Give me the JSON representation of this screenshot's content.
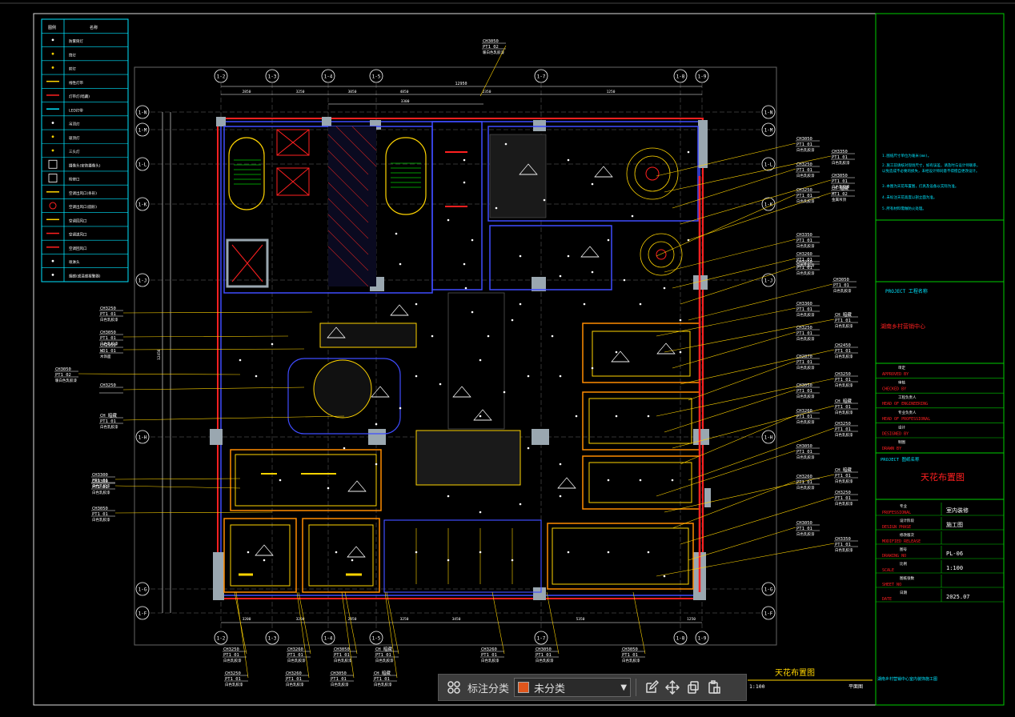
{
  "legend": {
    "header": [
      "图例",
      "名称"
    ],
    "items": [
      "防雾筒灯",
      "筒灯",
      "射灯",
      "线性灯带",
      "灯带灯(暗藏)",
      "LED灯带",
      "吊顶灯",
      "吸顶灯",
      "三头灯",
      "摄像头(安防摄像头)",
      "检修口",
      "空调出风口(条形)",
      "空调出风口(圆形)",
      "空调回风口",
      "空调送风口",
      "空调回风口",
      "喷淋头",
      "烟感(或温感报警器)"
    ]
  },
  "grid": {
    "top": [
      "1-2",
      "1-3",
      "1-4",
      "1-5",
      "1-7",
      "1-8",
      "1-9"
    ],
    "bottom": [
      "1-2",
      "1-3",
      "1-4",
      "1-5",
      "1-7",
      "1-8",
      "1-9"
    ],
    "left": [
      "1-N",
      "1-M",
      "1-L",
      "1-K",
      "1-J",
      "1-H",
      "1-G",
      "1-F"
    ],
    "right": [
      "1-N",
      "1-M",
      "1-L",
      "1-K",
      "1-J",
      "1-H",
      "1-G",
      "1-F"
    ]
  },
  "dims": {
    "top_upper": "12950",
    "top_parts": [
      "2850",
      "3250",
      "3050",
      "4850",
      "2350",
      "1250"
    ],
    "top_mid": "3300",
    "bottom": [
      "3200",
      "3200",
      "2850",
      "3250",
      "3450",
      "5350",
      "1250"
    ],
    "left_total": "12450"
  },
  "callouts": {
    "top": [
      "CH3050",
      "PT1 02",
      "暖白色乳胶漆"
    ],
    "left": [
      [
        "CH3250",
        "PT1 01",
        "白色乳胶漆"
      ],
      [
        "CH3050",
        "PT1 01",
        "白色乳胶漆"
      ],
      [
        "CH2950",
        "WD1 01",
        "木饰面"
      ],
      [
        "CH3050",
        "PT1 02",
        "暖白色乳胶漆"
      ],
      [
        "CH3250",
        "",
        ""
      ],
      [
        "CH 暗藏",
        "PT1 01",
        "白色乳胶漆"
      ],
      [
        "CH3300",
        "PT1 01",
        "白色乳胶漆"
      ],
      [
        "CH3300",
        "PT1 01",
        "白色乳胶漆"
      ],
      [
        "CH3050",
        "PT1 01",
        "白色乳胶漆"
      ]
    ],
    "right": [
      [
        "CH3050",
        "PT1 01",
        "白色乳胶漆"
      ],
      [
        "CH3350",
        "PT1 01",
        "白色乳胶漆"
      ],
      [
        "CH3250",
        "PT1 01",
        "白色乳胶漆"
      ],
      [
        "CH3050",
        "PT1 01",
        "白色乳胶漆"
      ],
      [
        "CH 暗藏",
        "MT1 02",
        "金属吊顶"
      ],
      [
        "CH3250",
        "PT1 01",
        "白色乳胶漆"
      ],
      [
        "CH3350",
        "PT1 01",
        "白色乳胶漆"
      ],
      [
        "CH3260",
        "PT1 01",
        "白色乳胶漆"
      ],
      [
        "CH3250",
        "PT1 01",
        "白色乳胶漆"
      ],
      [
        "CH3050",
        "PT1 01",
        "白色乳胶漆"
      ],
      [
        "CH3360",
        "PT1 01",
        "白色乳胶漆"
      ],
      [
        "CH 暗藏",
        "PT1 01",
        "白色乳胶漆"
      ],
      [
        "CH3250",
        "PT1 01",
        "白色乳胶漆"
      ],
      [
        "CH2450",
        "PT1 01",
        "白色乳胶漆"
      ],
      [
        "CH2870",
        "PT1 01",
        "白色乳胶漆"
      ],
      [
        "CH3250",
        "PT1 01",
        "白色乳胶漆"
      ],
      [
        "CH3050",
        "PT1 01",
        "白色乳胶漆"
      ],
      [
        "CH 暗藏",
        "PT1 01",
        "白色乳胶漆"
      ],
      [
        "CH3260",
        "PT1 01",
        "白色乳胶漆"
      ],
      [
        "CH3250",
        "PT1 01",
        "白色乳胶漆"
      ],
      [
        "CH3050",
        "PT1 01",
        "白色乳胶漆"
      ],
      [
        "CH 暗藏",
        "PT1 01",
        "白色乳胶漆"
      ],
      [
        "CH3260",
        "PT1 01",
        "白色乳胶漆"
      ],
      [
        "CH3250",
        "PT1 01",
        "白色乳胶漆"
      ],
      [
        "CH3050",
        "PT1 01",
        "白色乳胶漆"
      ],
      [
        "CH3350",
        "PT1 01",
        "白色乳胶漆"
      ]
    ],
    "bottom": [
      [
        "CH3250",
        "PT1 01",
        "白色乳胶漆"
      ],
      [
        "CH3260",
        "PT1 01",
        "白色乳胶漆"
      ],
      [
        "CH3050",
        "PT1 01",
        "白色乳胶漆"
      ],
      [
        "CH 暗藏",
        "PT1 01",
        "白色乳胶漆"
      ],
      [
        "CH3250",
        "PT1 01",
        "白色乳胶漆"
      ],
      [
        "CH3260",
        "PT1 01",
        "白色乳胶漆"
      ],
      [
        "CH3050",
        "PT1 01",
        "白色乳胶漆"
      ],
      [
        "CH 暗藏",
        "PT1 01",
        "白色乳胶漆"
      ],
      [
        "CH3260",
        "PT1 01",
        "白色乳胶漆"
      ],
      [
        "CH3050",
        "PT1 01",
        "白色乳胶漆"
      ],
      [
        "CH3050",
        "PT1 01",
        "白色乳胶漆"
      ]
    ]
  },
  "notes": [
    "1.图纸尺寸单位为毫米(mm)。",
    "2.施工前请核对现场尺寸，如有误差，请及时与设计师联系，以免造成不必要的损失，未经设计师同意不得擅自更改设计。",
    "3.本图为天花布置图，灯具及设备以实际为准。",
    "4.未标注天花高度以剖立面为准。",
    "5.所有材料需做防火处理。"
  ],
  "title_block": {
    "project_label": "PROJECT  工程名称",
    "project_name": "湖南乡村营销中心",
    "rows": [
      [
        "审定",
        "APPROVED BY"
      ],
      [
        "审核",
        "CHECKED BY"
      ],
      [
        "工程负责人",
        "HEAD OF ENGINEERING"
      ],
      [
        "专业负责人",
        "HEAD OF PROFESSIONAL"
      ],
      [
        "设计",
        "DESIGNED BY"
      ],
      [
        "制图",
        "DRAWN BY"
      ]
    ],
    "drawing_label": "PROJECT  图纸名称",
    "drawing_name": "天花布置图",
    "info_rows": [
      [
        "专业",
        "PROFESSIONAL",
        "室内装修"
      ],
      [
        "设计阶段",
        "DESIGN PHASE",
        "施工图"
      ],
      [
        "修改版次",
        "MODIFIED RELEASE",
        ""
      ],
      [
        "图号",
        "DRAWING NO",
        "PL-06"
      ],
      [
        "比例",
        "SCALE",
        "1:100"
      ],
      [
        "图纸张数",
        "SHEET NO",
        ""
      ],
      [
        "日期",
        "DATE",
        "2025.07"
      ]
    ],
    "bottom_text": "湖南乡村营销中心室内装饰施工图"
  },
  "drawing_title": "天花布置图",
  "drawing_scale": "1:100",
  "drawing_subtitle": "平面图",
  "toolbar": {
    "label": "标注分类",
    "selected": "未分类",
    "swatch_color": "#e0561c"
  },
  "colors": {
    "wall": "#ff2020",
    "structure": "#3f4cff",
    "dim": "#ffffff",
    "callout": "#ffff00",
    "tag": "#ffffff",
    "green": "#00cc00",
    "cyan": "#00e5ff",
    "grey": "#9aa7b0"
  }
}
